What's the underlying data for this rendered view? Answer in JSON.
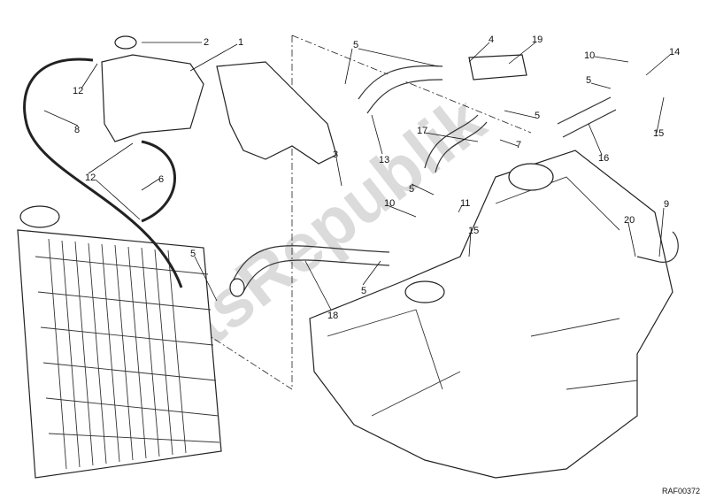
{
  "diagram": {
    "drawing_code": "RAF00372",
    "watermark": "PartsRepublik",
    "callouts": [
      {
        "label": "2",
        "part": "cap"
      },
      {
        "label": "1",
        "part": "expansion-tank"
      },
      {
        "label": "12",
        "part": "clamp"
      },
      {
        "label": "8",
        "part": "overflow-hose"
      },
      {
        "label": "12",
        "part": "clamp"
      },
      {
        "label": "6",
        "part": "hose"
      },
      {
        "label": "3",
        "part": "screw"
      },
      {
        "label": "5",
        "part": "clamp"
      },
      {
        "label": "4",
        "part": "clamp"
      },
      {
        "label": "19",
        "part": "thermostat"
      },
      {
        "label": "10",
        "part": "clamp"
      },
      {
        "label": "14",
        "part": "fitting"
      },
      {
        "label": "5",
        "part": "clamp"
      },
      {
        "label": "13",
        "part": "hose"
      },
      {
        "label": "17",
        "part": "hose"
      },
      {
        "label": "7",
        "part": "clamp"
      },
      {
        "label": "16",
        "part": "hose"
      },
      {
        "label": "15",
        "part": "screw"
      },
      {
        "label": "5",
        "part": "clamp"
      },
      {
        "label": "5",
        "part": "clamp"
      },
      {
        "label": "10",
        "part": "clamp"
      },
      {
        "label": "11",
        "part": "fitting"
      },
      {
        "label": "15",
        "part": "screw"
      },
      {
        "label": "9",
        "part": "temperature-sensor"
      },
      {
        "label": "20",
        "part": "washer"
      },
      {
        "label": "5",
        "part": "clamp"
      },
      {
        "label": "18",
        "part": "radiator-hose"
      },
      {
        "label": "5",
        "part": "clamp"
      }
    ]
  }
}
